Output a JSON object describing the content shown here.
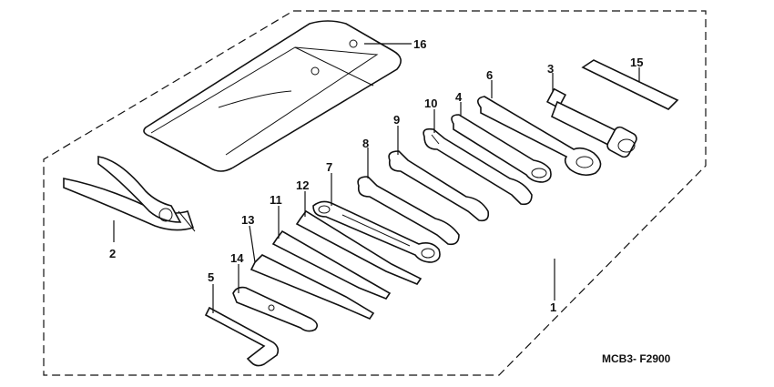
{
  "diagram": {
    "drawing_code": "MCB3- F2900",
    "parts": [
      {
        "id": "1",
        "label": "1"
      },
      {
        "id": "2",
        "label": "2"
      },
      {
        "id": "3",
        "label": "3"
      },
      {
        "id": "4",
        "label": "4"
      },
      {
        "id": "5",
        "label": "5"
      },
      {
        "id": "6",
        "label": "6"
      },
      {
        "id": "7",
        "label": "7"
      },
      {
        "id": "8",
        "label": "8"
      },
      {
        "id": "9",
        "label": "9"
      },
      {
        "id": "10",
        "label": "10"
      },
      {
        "id": "11",
        "label": "11"
      },
      {
        "id": "12",
        "label": "12"
      },
      {
        "id": "13",
        "label": "13"
      },
      {
        "id": "14",
        "label": "14"
      },
      {
        "id": "15",
        "label": "15"
      },
      {
        "id": "16",
        "label": "16"
      }
    ]
  }
}
